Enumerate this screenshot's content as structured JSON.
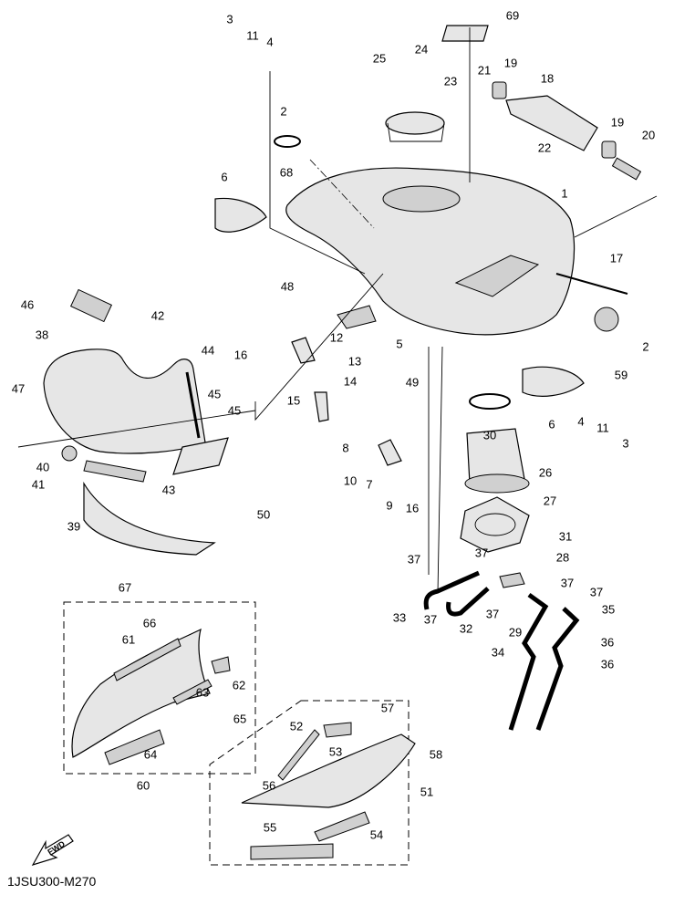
{
  "diagram": {
    "diagram_code": "1JSU300-M270",
    "direction_marker": "FWD",
    "callouts": [
      "3",
      "11",
      "4",
      "69",
      "24",
      "25",
      "23",
      "21",
      "19",
      "18",
      "2",
      "19",
      "20",
      "22",
      "6",
      "68",
      "1",
      "17",
      "48",
      "46",
      "42",
      "38",
      "12",
      "5",
      "2",
      "44",
      "13",
      "16",
      "59",
      "49",
      "14",
      "47",
      "45",
      "15",
      "4",
      "11",
      "3",
      "6",
      "30",
      "45",
      "8",
      "10",
      "7",
      "9",
      "16",
      "26",
      "40",
      "41",
      "43",
      "50",
      "27",
      "39",
      "31",
      "37",
      "37",
      "28",
      "67",
      "37",
      "37",
      "35",
      "33",
      "37",
      "32",
      "37",
      "29",
      "66",
      "61",
      "36",
      "34",
      "36",
      "62",
      "65",
      "63",
      "57",
      "52",
      "53",
      "58",
      "64",
      "60",
      "56",
      "51",
      "54",
      "55"
    ]
  }
}
